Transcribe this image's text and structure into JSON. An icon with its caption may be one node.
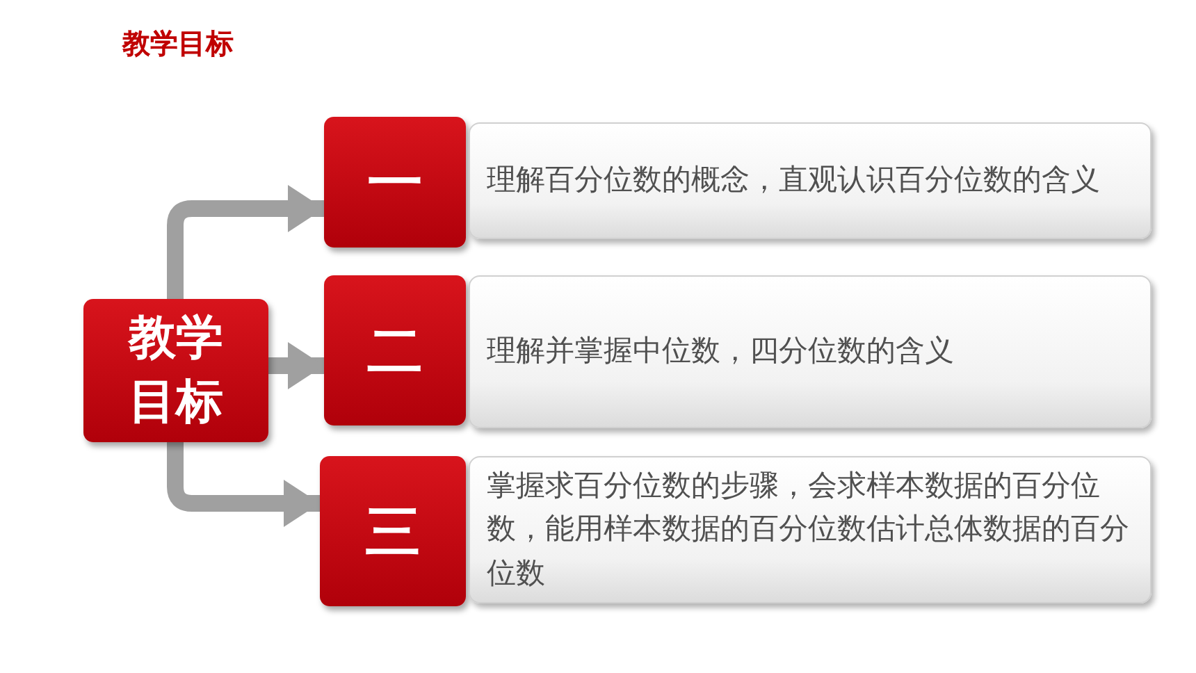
{
  "diagram": {
    "title": "教学目标",
    "nodes": [
      {
        "text": [
          "教学目标"
        ]
      },
      {
        "text": [
          "一"
        ]
      },
      {
        "text": [
          "理解百分位数的概念，直观认识百分位数的含义"
        ]
      },
      {
        "text": [
          "二"
        ]
      },
      {
        "text": [
          "理解并掌握中位数，四分位数的含义"
        ]
      },
      {
        "text": [
          "三"
        ]
      },
      {
        "text": [
          "掌握求百分位数的步骤，会求样本数据的百分位数，能用样本数据的百分位数估计总体数据的百分位数"
        ]
      }
    ],
    "edges": [
      {
        "from": 0,
        "to": 1,
        "arrow": "to"
      },
      {
        "from": 0,
        "to": 3,
        "arrow": "to"
      },
      {
        "from": 0,
        "to": 5,
        "arrow": "to"
      }
    ]
  }
}
